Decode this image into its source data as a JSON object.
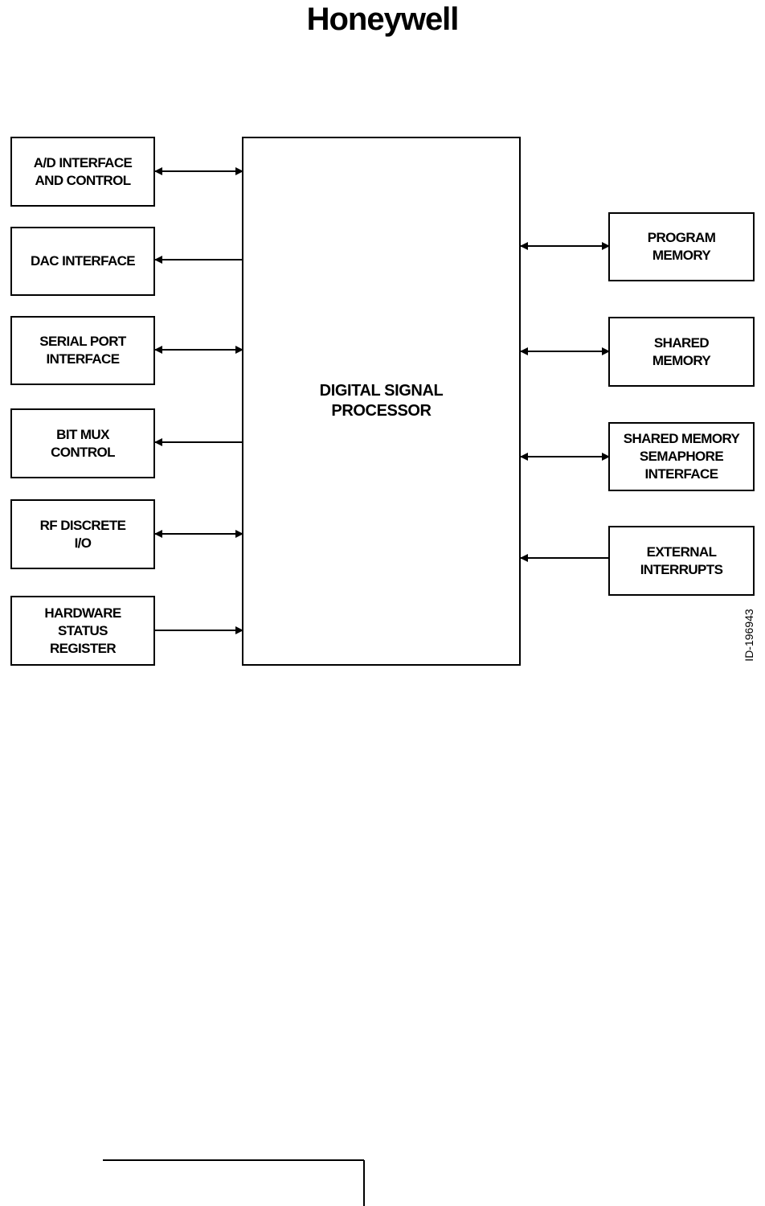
{
  "header": {
    "logo_text": "Honeywell"
  },
  "diagram": {
    "center": "DIGITAL SIGNAL\nPROCESSOR",
    "left_blocks": [
      "A/D INTERFACE\nAND CONTROL",
      "DAC INTERFACE",
      "SERIAL PORT\nINTERFACE",
      "BIT MUX\nCONTROL",
      "RF DISCRETE\nI/O",
      "HARDWARE\nSTATUS\nREGISTER"
    ],
    "right_blocks": [
      "PROGRAM\nMEMORY",
      "SHARED\nMEMORY",
      "SHARED MEMORY\nSEMAPHORE\nINTERFACE",
      "EXTERNAL\nINTERRUPTS"
    ],
    "figure_id": "ID-196943"
  }
}
